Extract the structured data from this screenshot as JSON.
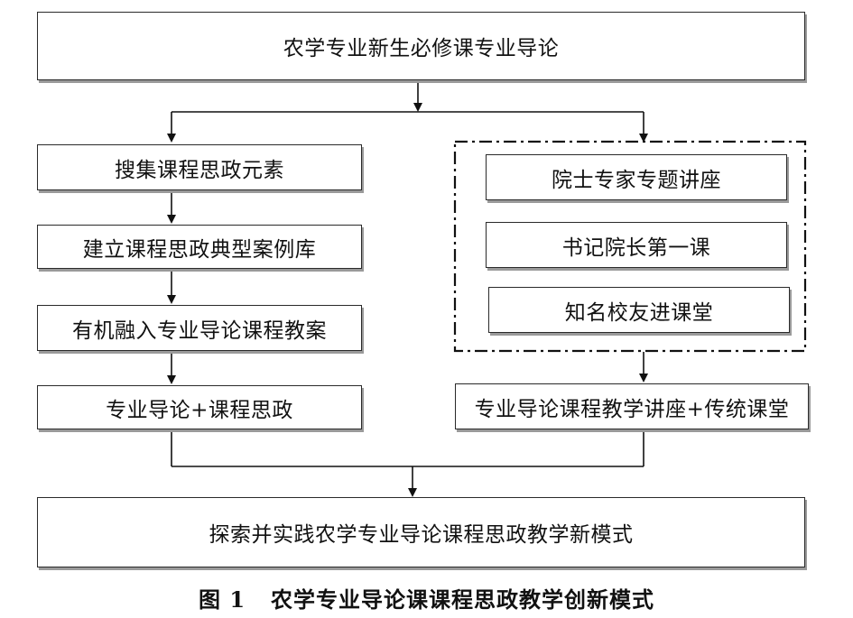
{
  "nodes": {
    "top": "农学专业新生必修课专业导论",
    "left1": "搜集课程思政元素",
    "left2": "建立课程思政典型案例库",
    "left3": "有机融入专业导论课程教案",
    "left4": "专业导论+课程思政",
    "right1": "院士专家专题讲座",
    "right2": "书记院长第一课",
    "right3": "知名校友进课堂",
    "right4": "专业导论课程教学讲座+传统课堂",
    "bottom": "探索并实践农学专业导论课程思政教学新模式"
  },
  "caption": {
    "figure_number": "图 1",
    "title": "农学专业导论课课程思政教学创新模式"
  }
}
